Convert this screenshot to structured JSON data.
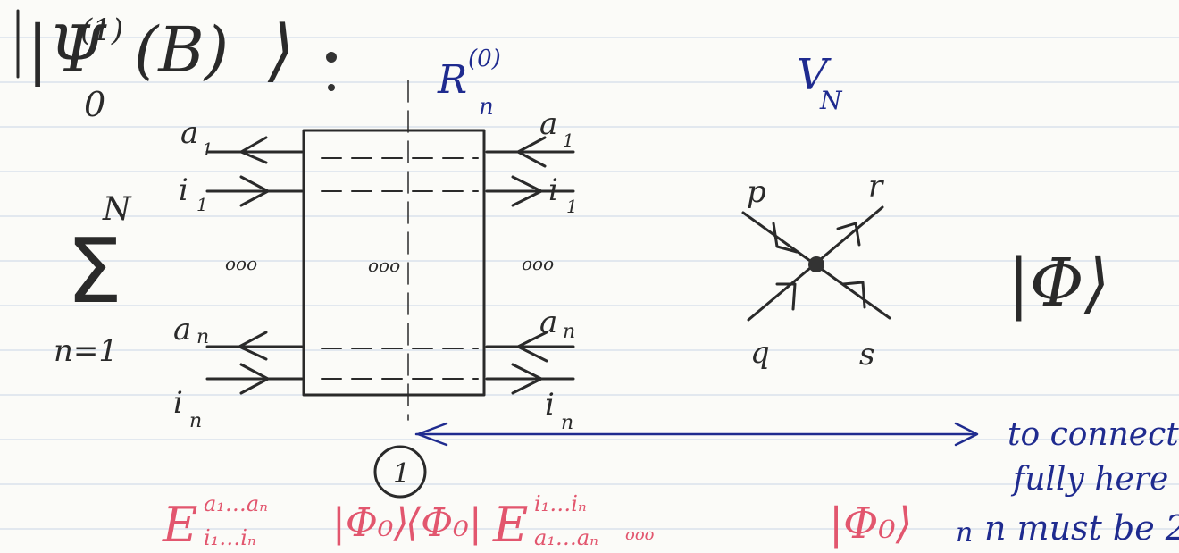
{
  "colors": {
    "paper": "#fbfbf8",
    "rule_line": "#c9d6e6",
    "ink": "#2a2a2a",
    "blue_ink": "#1f2b8f",
    "red_ink": "#e2566e"
  },
  "header": {
    "psi_symbol": "|Ψ",
    "psi_superscript": "(1)",
    "psi_subscript": "0",
    "psi_argument": "(B)",
    "ket_close": "⟩",
    "colon": ":"
  },
  "sum": {
    "symbol": "Σ",
    "upper": "N",
    "lower": "n=1"
  },
  "block": {
    "label": "R",
    "label_superscript": "(0)",
    "label_subscript": "n",
    "left_labels": {
      "a1": "a",
      "a1_sub": "1",
      "i1": "i",
      "i1_sub": "1",
      "dots": "ooo",
      "an": "a",
      "an_sub": "n",
      "in": "i",
      "in_sub": "n"
    },
    "right_labels": {
      "a1": "a",
      "a1_sub": "1",
      "i1": "i",
      "i1_sub": "1",
      "dots": "ooo",
      "an": "a",
      "an_sub": "n",
      "in": "i",
      "in_sub": "n"
    },
    "center_dots": "ooo",
    "bottom_circle_label": "1"
  },
  "vertex": {
    "label": "V",
    "label_subscript": "N",
    "p": "p",
    "r": "r",
    "q": "q",
    "s": "s"
  },
  "phi_ket": "|Φ⟩",
  "arrow_note": {
    "line1": "to connect",
    "line2": "fully here",
    "line3": "n must be 2"
  },
  "bottom_formula": {
    "E": "E",
    "E_sup": "a₁…aₙ",
    "E_sub": "i₁…iₙ",
    "ket_phi": "|Φ₀⟩",
    "bra_phi": "⟨Φ₀|",
    "E2_sup": "i₁…iₙ",
    "E2_sub": "a₁…aₙ",
    "trailing_dots": "ooo",
    "ket_phi_n": "|Φ₀⟩",
    "ket_phi_n_sub": "n"
  }
}
